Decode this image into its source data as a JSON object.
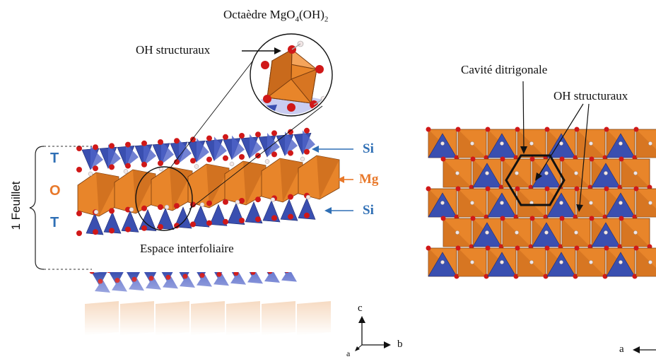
{
  "colors": {
    "tetrahedron": "#3a4fb0",
    "octahedron": "#e8852a",
    "oxygen": "#d01818",
    "hydrogen": "#f2e6e6",
    "t_label": "#2f6fb5",
    "o_label": "#e8782a",
    "si_label": "#2f6fb5",
    "mg_label": "#e8782a"
  },
  "left": {
    "octahedron_title": "Octaèdre MgO",
    "octahedron_sub1": "4",
    "octahedron_mid": "(OH)",
    "octahedron_sub2": "2",
    "oh_label": "OH structuraux",
    "layer_label": "1 Feuillet",
    "tot": [
      "T",
      "O",
      "T"
    ],
    "elements": [
      "Si",
      "Mg",
      "Si"
    ],
    "interlayer_label": "Espace interfoliaire",
    "axes": {
      "up": "c",
      "right": "b",
      "out": "a"
    }
  },
  "right": {
    "cavity_label": "Cavité ditrigonale",
    "oh_label": "OH structuraux",
    "axes": {
      "left": "a"
    }
  }
}
